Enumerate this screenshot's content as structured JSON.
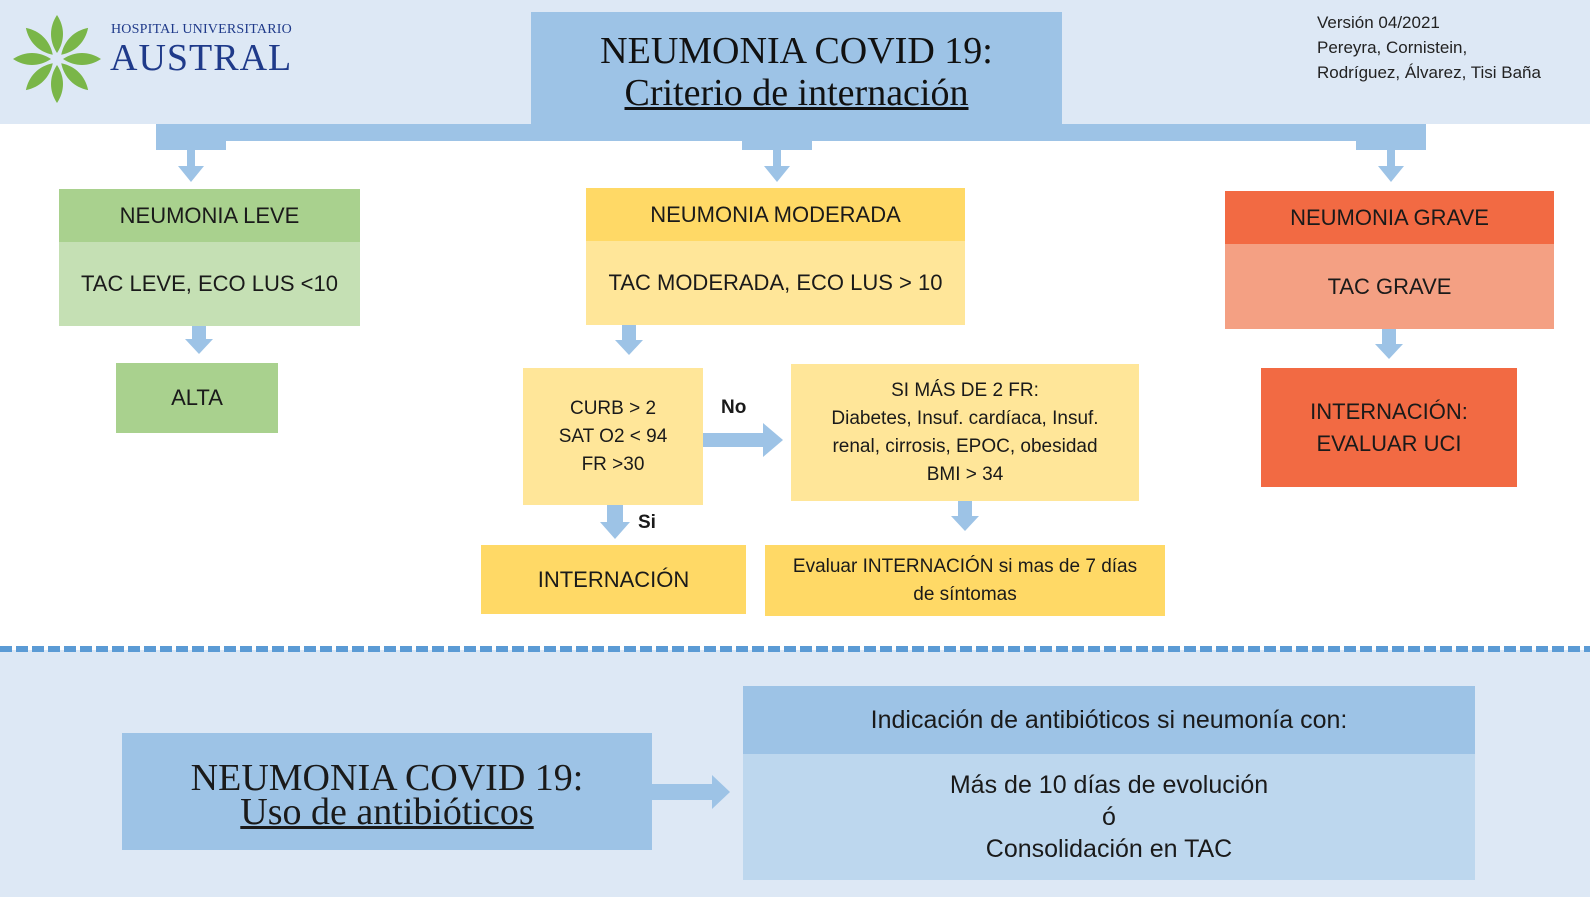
{
  "logo": {
    "top_text": "HOSPITAL UNIVERSITARIO",
    "main_text": "AUSTRAL",
    "colors": {
      "navy": "#1f3a8a",
      "green": "#7ab648"
    }
  },
  "version": {
    "line1": "Versión 04/2021",
    "line2": "Pereyra, Cornistein,",
    "line3": "Rodríguez, Álvarez, Tisi Baña"
  },
  "title": {
    "line1": "NEUMONIA COVID 19:",
    "line2": "Criterio de internación"
  },
  "leve": {
    "header": "NEUMONIA LEVE",
    "criteria": "TAC LEVE, ECO LUS <10",
    "outcome": "ALTA",
    "colors": {
      "dark": "#a9d18e",
      "light": "#c5e0b4"
    }
  },
  "moderada": {
    "header": "NEUMONIA MODERADA",
    "criteria": "TAC MODERADA, ECO LUS > 10",
    "check": {
      "line1": "CURB > 2",
      "line2": "SAT O2 < 94",
      "line3": "FR >30"
    },
    "no_label": "No",
    "si_label": "Si",
    "risk": {
      "line1": "SI MÁS DE 2 FR:",
      "line2": "Diabetes, Insuf. cardíaca, Insuf.",
      "line3": "renal, cirrosis, EPOC, obesidad",
      "line4": "BMI > 34"
    },
    "internacion": "INTERNACIÓN",
    "evaluar": {
      "line1": "Evaluar INTERNACIÓN si mas de 7 días",
      "line2": "de síntomas"
    },
    "colors": {
      "dark": "#ffd966",
      "light": "#ffe699"
    }
  },
  "grave": {
    "header": "NEUMONIA GRAVE",
    "criteria": "TAC GRAVE",
    "outcome": {
      "line1": "INTERNACIÓN:",
      "line2": "EVALUAR UCI"
    },
    "colors": {
      "dark": "#f26a43",
      "light": "#f4a083"
    }
  },
  "antibioticos": {
    "title_line1": "NEUMONIA COVID 19:",
    "title_line2": "Uso de antibióticos",
    "header": "Indicación de antibióticos si neumonía con:",
    "cond1": "Más de 10 días de evolución",
    "or": "ó",
    "cond2": "Consolidación en TAC"
  },
  "colors": {
    "accent_blue": "#9dc3e6",
    "band": "#dde8f5",
    "dash": "#5b9bd5"
  }
}
